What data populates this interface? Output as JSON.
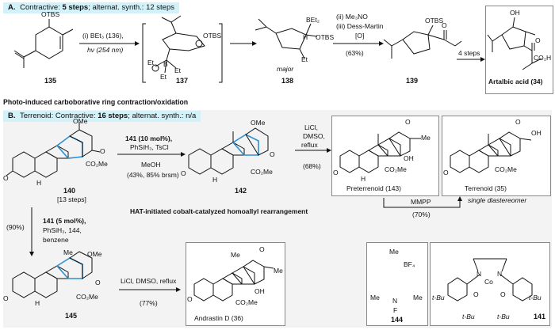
{
  "panel_a": {
    "letter": "A.",
    "strategy": "Contractive:",
    "steps": "5 steps",
    "alt": "; alternat. synth.: 12 steps",
    "compounds": {
      "c135": "135",
      "c137": "137",
      "c138": "138",
      "c139": "139",
      "c34": "Artalbic acid (34)"
    },
    "labels": {
      "otbs": "OTBS",
      "major": "major",
      "bet2": "BEt₂",
      "h": "H",
      "et": "Et",
      "b": "B",
      "co2h": "CO₂H",
      "oh": "OH",
      "o": "O"
    },
    "step1_a": "(i) BEt₃ (136),",
    "step1_b": "hν (254 nm)",
    "step2": "(ii) Me₃NO",
    "step3": "(iii) Dess-Martin",
    "step3b": "[O]",
    "yield": "(63%)",
    "four_steps": "4 steps",
    "caption": "Photo-induced carboborative ring contraction/oxidation"
  },
  "panel_b": {
    "letter": "B.",
    "strategy": "Terrenoid:",
    "contractive": "Contractive:",
    "steps": "16 steps",
    "alt": "; alternat. synth.: n/a",
    "compounds": {
      "c140": "140",
      "c140_sub": "[13 steps]",
      "c142": "142",
      "c143": "Preterrenoid (143)",
      "c35": "Terrenoid (35)",
      "c35_sub": "single diastereomer",
      "c145": "145",
      "c36": "Andrastin D (36)",
      "c144": "144",
      "c141": "141"
    },
    "labels": {
      "ome": "OMe",
      "co2me": "CO₂Me",
      "me": "Me",
      "oh": "OH",
      "o": "O",
      "h": "H",
      "n": "N",
      "f": "F",
      "bf4": "BF₄",
      "co": "Co",
      "tbu": "t-Bu"
    },
    "cond_top_1": "141 (10 mol%),",
    "cond_top_2": "PhSiH₃, TsCl",
    "cond_top_3": "MeOH",
    "cond_top_4": "(43%, 85% brsm)",
    "licl_1": "LiCl,",
    "licl_2": "DMSO,",
    "licl_3": "reflux",
    "licl_yield": "(68%)",
    "mmpp": "MMPP",
    "mmpp_yield": "(70%)",
    "hat": "HAT-initiated cobalt-catalyzed homoallyl rearrangement",
    "down_yield": "(90%)",
    "down_1": "141 (5 mol%),",
    "down_2": "PhSiH₃, 144,",
    "down_3": "benzene",
    "bottom_cond": "LiCl, DMSO, reflux",
    "bottom_yield": "(77%)"
  }
}
